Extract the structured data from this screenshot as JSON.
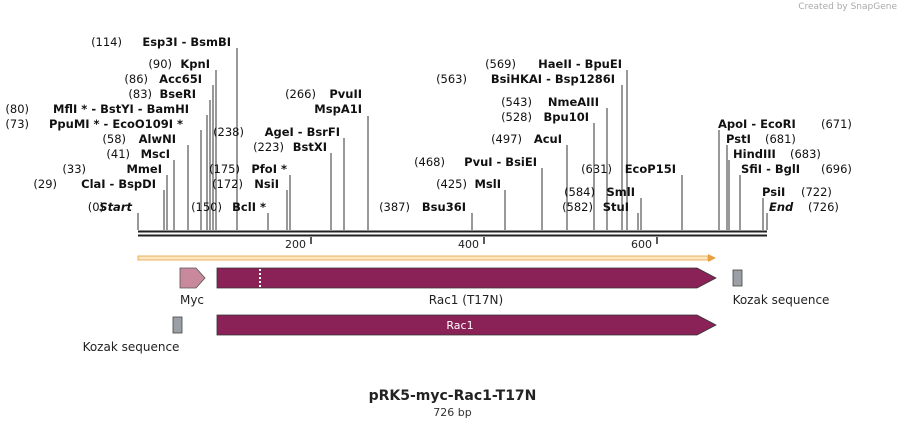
{
  "credit": "Created by SnapGene",
  "title": "pRK5-myc-Rac1-T17N",
  "subtitle": "726 bp",
  "sequence_length": 726,
  "ruler_ticks": [
    "200",
    "400",
    "600"
  ],
  "sites": [
    {
      "pos": "(0)",
      "name": "Start",
      "style": "italic",
      "bp": 0
    },
    {
      "pos": "(29)",
      "name": "ClaI - BspDI",
      "bp": 29
    },
    {
      "pos": "(33)",
      "name": "MmeI",
      "bp": 33
    },
    {
      "pos": "(41)",
      "name": "MscI",
      "bp": 41
    },
    {
      "pos": "(58)",
      "name": "AlwNI",
      "bp": 58
    },
    {
      "pos": "(73)",
      "name": "PpuMI * - EcoO109I *",
      "bp": 73
    },
    {
      "pos": "(80)",
      "name": "MflI * - BstYI - BamHI",
      "bp": 80
    },
    {
      "pos": "(83)",
      "name": "BseRI",
      "bp": 83
    },
    {
      "pos": "(86)",
      "name": "Acc65I",
      "bp": 86
    },
    {
      "pos": "(90)",
      "name": "KpnI",
      "bp": 90
    },
    {
      "pos": "(114)",
      "name": "Esp3I - BsmBI",
      "bp": 114
    },
    {
      "pos": "(150)",
      "name": "BclI *",
      "bp": 150
    },
    {
      "pos": "(172)",
      "name": "NsiI",
      "bp": 172
    },
    {
      "pos": "(175)",
      "name": "PfoI *",
      "bp": 175
    },
    {
      "pos": "(223)",
      "name": "BstXI",
      "bp": 223
    },
    {
      "pos": "(238)",
      "name": "AgeI - BsrFI",
      "bp": 238
    },
    {
      "pos": "(266)",
      "name": "PvuII",
      "bp": 266
    },
    {
      "pos": "",
      "name": "MspA1I",
      "bp": 266
    },
    {
      "pos": "(387)",
      "name": "Bsu36I",
      "bp": 387
    },
    {
      "pos": "(425)",
      "name": "MslI",
      "bp": 425
    },
    {
      "pos": "(468)",
      "name": "PvuI - BsiEI",
      "bp": 468
    },
    {
      "pos": "(497)",
      "name": "AcuI",
      "bp": 497
    },
    {
      "pos": "(528)",
      "name": "Bpu10I",
      "bp": 528
    },
    {
      "pos": "(543)",
      "name": "NmeAIII",
      "bp": 543
    },
    {
      "pos": "(563)",
      "name": "BsiHKAI - Bsp1286I",
      "bp": 563
    },
    {
      "pos": "(569)",
      "name": "HaeII - BpuEI",
      "bp": 569
    },
    {
      "pos": "(582)",
      "name": "StuI",
      "bp": 582
    },
    {
      "pos": "(584)",
      "name": "SmlI",
      "bp": 584
    },
    {
      "pos": "(631)",
      "name": "EcoP15I",
      "bp": 631
    },
    {
      "pos": "(671)",
      "name": "ApoI - EcoRI",
      "bp": 671
    },
    {
      "pos": "(681)",
      "name": "PstI",
      "bp": 681
    },
    {
      "pos": "(683)",
      "name": "HindIII",
      "bp": 683
    },
    {
      "pos": "(696)",
      "name": "SfiI - BglI",
      "bp": 696
    },
    {
      "pos": "(722)",
      "name": "PsiI",
      "bp": 722
    },
    {
      "pos": "(726)",
      "name": "End",
      "style": "italic",
      "bp": 726
    }
  ],
  "features": [
    {
      "label": "Myc",
      "color": "#c8899d"
    },
    {
      "label": "Rac1 (T17N)",
      "color": "#8b2257"
    },
    {
      "label": "Kozak sequence",
      "color": "#9aa0a6"
    },
    {
      "label": "Kozak sequence",
      "color": "#9aa0a6"
    },
    {
      "label": "Rac1",
      "color": "#8b2257"
    }
  ],
  "colors": {
    "orf": "#f5a623",
    "backbone": "#222222"
  }
}
